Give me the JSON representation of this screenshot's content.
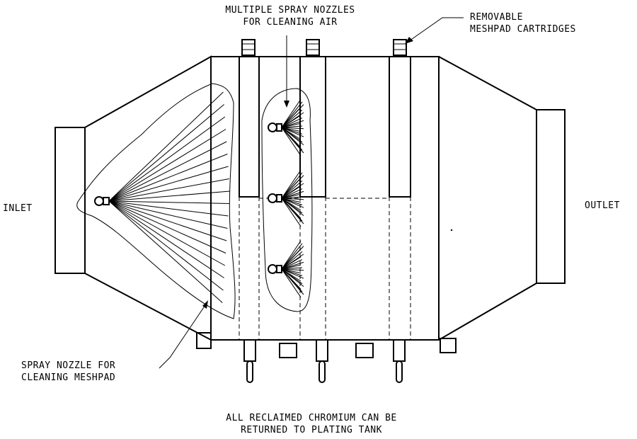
{
  "labels": {
    "top_nozzles_line1": "MULTIPLE SPRAY NOZZLES",
    "top_nozzles_line2": "FOR CLEANING AIR",
    "cartridges_line1": "REMOVABLE",
    "cartridges_line2": "MESHPAD CARTRIDGES",
    "inlet": "INLET",
    "outlet": "OUTLET",
    "meshpad_nozzle_line1": "SPRAY NOZZLE FOR",
    "meshpad_nozzle_line2": "CLEANING MESHPAD",
    "bottom_line1": "ALL RECLAIMED CHROMIUM CAN BE",
    "bottom_line2": "RETURNED TO PLATING TANK"
  }
}
